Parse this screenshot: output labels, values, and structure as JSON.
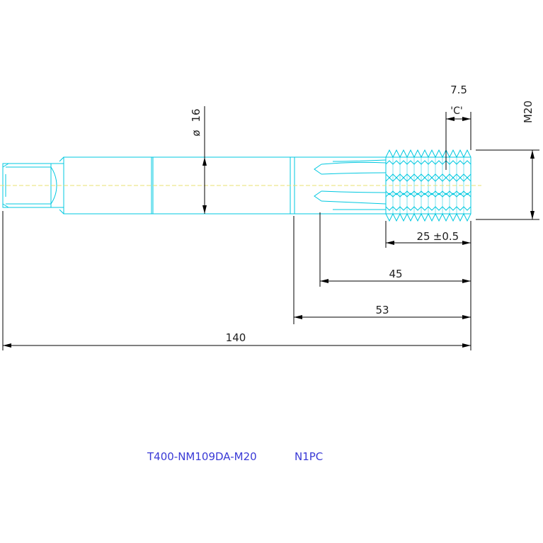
{
  "dimensions": {
    "chamfer_length": "7.5",
    "chamfer_label": "'C'",
    "shank_diameter_symbol": "ø",
    "shank_diameter": "16",
    "thread_size": "M20",
    "thread_length": "25",
    "thread_tolerance": "±0.5",
    "flute_length": "45",
    "neck_length": "53",
    "overall_length": "140"
  },
  "title_block": {
    "part_number": "T400-NM109DA-M20",
    "quantity": "N1PC"
  },
  "colors": {
    "part_outline": "#00c8e0",
    "dimension_lines": "#000000",
    "title_text": "#3a3ad6",
    "center_line": "#e8e070"
  }
}
